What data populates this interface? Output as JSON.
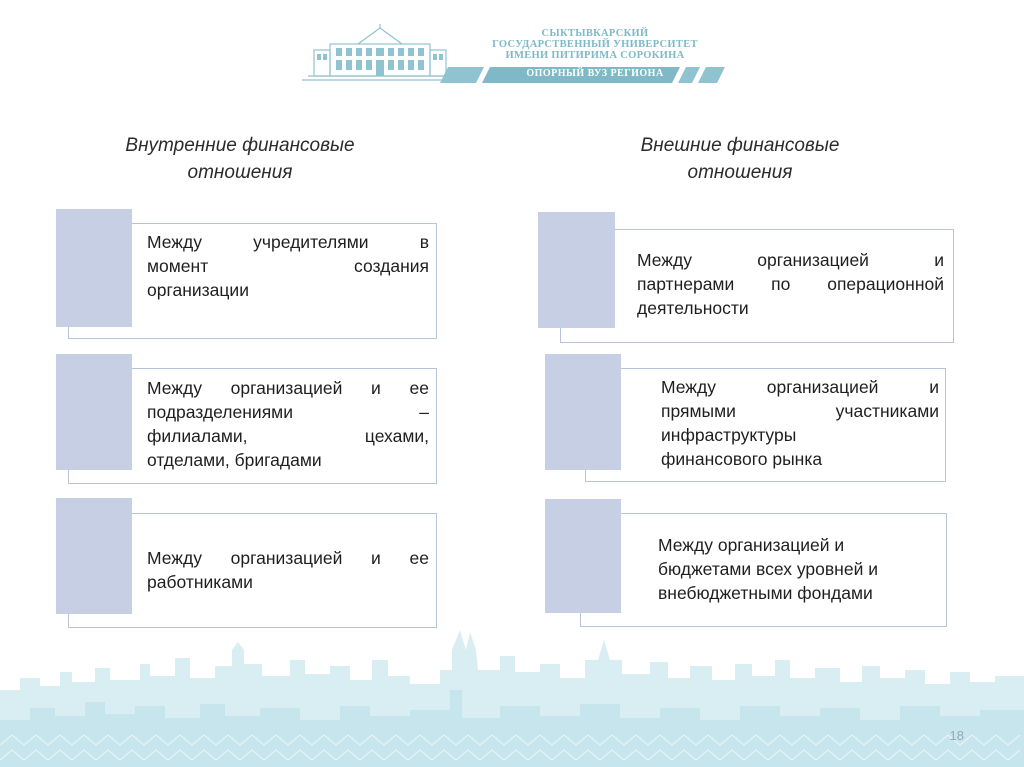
{
  "logo": {
    "line1": "СЫКТЫВКАРСКИЙ",
    "line2": "ГОСУДАРСТВЕННЫЙ УНИВЕРСИТЕТ",
    "line3": "ИМЕНИ ПИТИРИМА СОРОКИНА",
    "ribbon": "ОПОРНЫЙ ВУЗ РЕГИОНА"
  },
  "left": {
    "heading_line1": "Внутренние финансовые",
    "heading_line2": "отношения",
    "cards": [
      {
        "l1": "Между учредителями в",
        "l2": "момент создания",
        "l3": "организации"
      },
      {
        "l1": "Между организацией и ее",
        "l2": "подразделениями –",
        "l3": "филиалами, цехами,",
        "l4": "отделами, бригадами"
      },
      {
        "l1": "Между организацией и ее",
        "l2": "работниками"
      }
    ]
  },
  "right": {
    "heading_line1": "Внешние финансовые",
    "heading_line2": "отношения",
    "cards": [
      {
        "l1": "Между организацией и",
        "l2": "партнерами по операционной",
        "l3": "деятельности"
      },
      {
        "l1": "Между организацией и",
        "l2": "прямыми участниками",
        "l3": "инфраструктуры",
        "l4": "финансового рынка"
      },
      {
        "l1": "Между организацией и",
        "l2": "бюджетами всех уровней и",
        "l3": "внебюджетными фондами"
      }
    ]
  },
  "page_number": "18",
  "colors": {
    "accent_block": "#c6cfe3",
    "box_border": "#b8c4dc",
    "brand_teal": "#7fb9c7",
    "skyline": "#cfe9ee"
  },
  "icons": [
    "university-building-logo",
    "city-skyline-decoration"
  ]
}
